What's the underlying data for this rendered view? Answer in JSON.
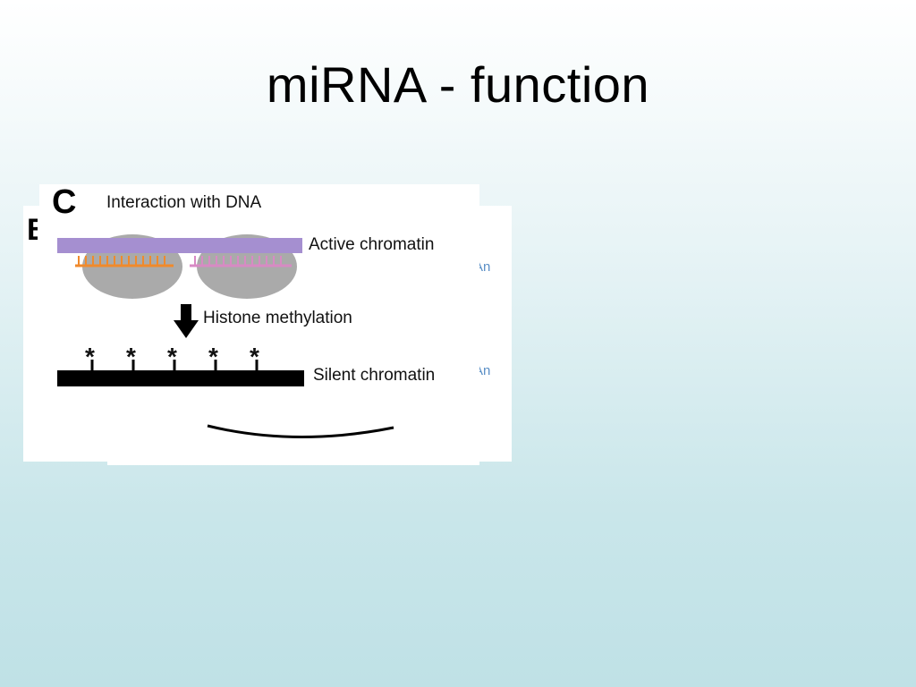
{
  "slide": {
    "title": "miRNA - function"
  },
  "back_panel": {
    "letter": "B",
    "fragment_top": "An",
    "fragment_bottom": "An"
  },
  "front_panel": {
    "letter": "C",
    "heading": "Interaction with DNA",
    "active_label": "Active chromatin",
    "step_label": "Histone methylation",
    "silent_label": "Silent chromatin",
    "mark_symbol": "*",
    "colors": {
      "dna_active": "#a58fd0",
      "histone": "#aaaaaa",
      "mirna_orange": "#f08a2c",
      "mirna_pink": "#d88ac4",
      "dna_silent": "#000000"
    }
  }
}
